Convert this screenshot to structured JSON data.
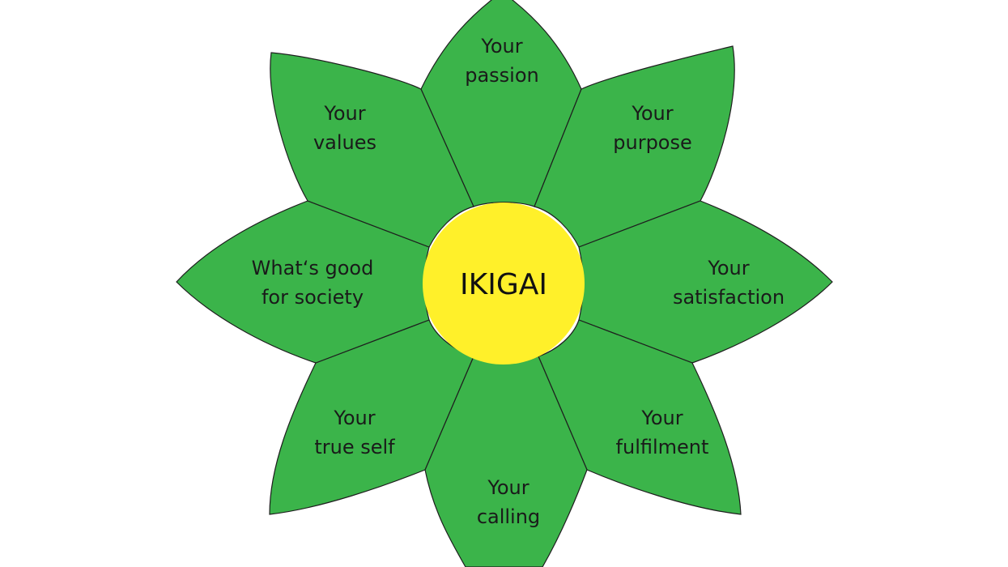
{
  "diagram": {
    "colors": {
      "petal_fill": "#3bb44a",
      "petal_stroke": "#1e1e1e",
      "center_fill": "#fff02a",
      "text": "#1a1a1a",
      "background": "#ffffff"
    },
    "center": {
      "label": "IKIGAI"
    },
    "petals": [
      {
        "id": "passion",
        "lines": [
          "Your",
          "passion"
        ]
      },
      {
        "id": "purpose",
        "lines": [
          "Your",
          "purpose"
        ]
      },
      {
        "id": "satisfaction",
        "lines": [
          "Your",
          "satisfaction"
        ]
      },
      {
        "id": "fulfilment",
        "lines": [
          "Your",
          "fulfilment"
        ]
      },
      {
        "id": "calling",
        "lines": [
          "Your",
          "calling"
        ]
      },
      {
        "id": "true-self",
        "lines": [
          "Your",
          "true self"
        ]
      },
      {
        "id": "society",
        "lines": [
          "What‘s good",
          "for society"
        ]
      },
      {
        "id": "values",
        "lines": [
          "Your",
          "values"
        ]
      }
    ]
  }
}
